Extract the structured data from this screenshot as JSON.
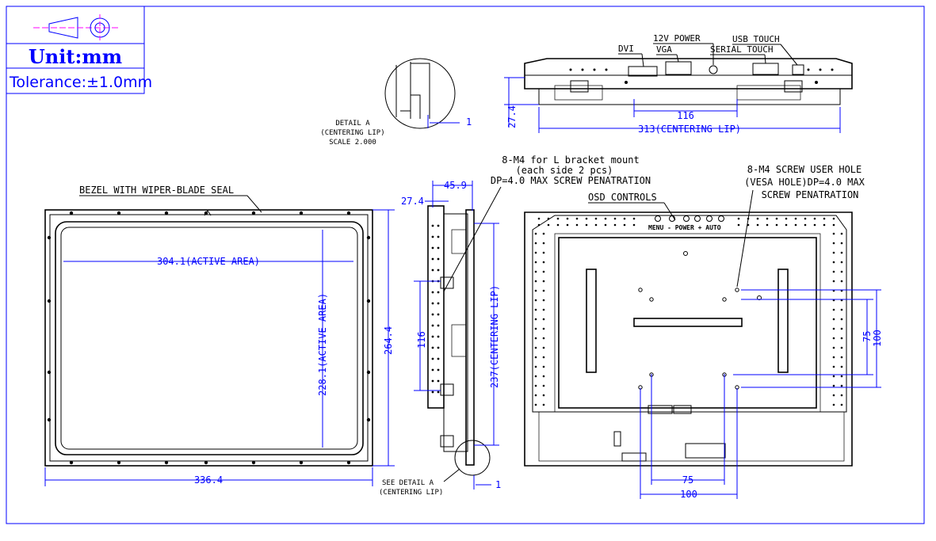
{
  "title_block": {
    "unit": "Unit:mm",
    "tolerance": "Tolerance:±1.0mm"
  },
  "detail_a": {
    "label_1": "DETAIL  A",
    "label_2": "(CENTERING LIP)",
    "label_3": "SCALE  2.000",
    "dim": "1"
  },
  "top_view": {
    "connectors": {
      "dvi": "DVI",
      "power": "12V POWER",
      "vga": "VGA",
      "usb": "USB TOUCH",
      "serial": "SERIAL TOUCH"
    },
    "dim_height": "27.4",
    "dim_116": "116",
    "dim_313": "313(CENTERING LIP)"
  },
  "front_view": {
    "bezel_label": "BEZEL WITH WIPER-BLADE SEAL",
    "active_width": "304.1(ACTIVE AREA)",
    "active_height": "228.1(ACTIVE AREA)",
    "outer_height": "264.4",
    "outer_width": "336.4"
  },
  "side_view": {
    "dim_45_9": "45.9",
    "dim_27_4": "27.4",
    "dim_116": "116",
    "dim_237": "237(CENTERING LIP)",
    "see_detail_1": "SEE DETAIL  A",
    "see_detail_2": "(CENTERING LIP)",
    "dim_1": "1",
    "bracket_note_1": "8-M4 for L bracket mount",
    "bracket_note_2": "(each side 2 pcs)",
    "bracket_note_3": "DP=4.0 MAX SCREW PENATRATION"
  },
  "rear_view": {
    "osd_label": "OSD CONTROLS",
    "osd_buttons": "MENU  -  POWER  +  AUTO",
    "vesa_note_1": "8-M4 SCREW USER HOLE",
    "vesa_note_2": "(VESA HOLE)DP=4.0 MAX",
    "vesa_note_3": "SCREW PENATRATION",
    "dim_75_h": "75",
    "dim_100_h": "100",
    "dim_75_v": "75",
    "dim_100_v": "100"
  },
  "colors": {
    "dimension": "#0000ff",
    "linework": "#000000",
    "center_line": "#ff00ff"
  }
}
